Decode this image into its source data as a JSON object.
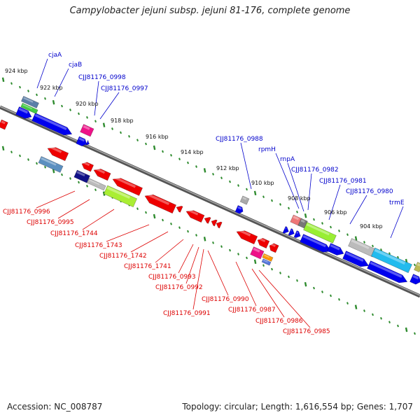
{
  "title": "Campylobacter jejuni subsp. jejuni 81-176, complete genome",
  "footer": {
    "accession": "Accession: NC_008787",
    "summary": "Topology: circular; Length: 1,616,554 bp; Genes: 1,707"
  },
  "colors": {
    "forward_label": "#0000cc",
    "reverse_label": "#dd0000",
    "tick": "#2e8b2e",
    "backbone": "#777777"
  },
  "ruler": [
    {
      "label": "924 kbp"
    },
    {
      "label": "922 kbp"
    },
    {
      "label": "920 kbp"
    },
    {
      "label": "918 kbp"
    },
    {
      "label": "916 kbp"
    },
    {
      "label": "914 kbp"
    },
    {
      "label": "912 kbp"
    },
    {
      "label": "910 kbp"
    },
    {
      "label": "908 kbp"
    },
    {
      "label": "906 kbp"
    },
    {
      "label": "904 kbp"
    }
  ],
  "forward_labels": [
    {
      "text": "cjaA"
    },
    {
      "text": "cjaB"
    },
    {
      "text": "CJJ81176_0998"
    },
    {
      "text": "CJJ81176_0997"
    },
    {
      "text": "CJJ81176_0988"
    },
    {
      "text": "rpmH"
    },
    {
      "text": "rnpA"
    },
    {
      "text": "CJJ81176_0982"
    },
    {
      "text": "CJJ81176_0981"
    },
    {
      "text": "CJJ81176_0980"
    },
    {
      "text": "trmE"
    }
  ],
  "reverse_labels": [
    {
      "text": "CJJ81176_0996"
    },
    {
      "text": "CJJ81176_0995"
    },
    {
      "text": "CJJ81176_1744"
    },
    {
      "text": "CJJ81176_1743"
    },
    {
      "text": "CJJ81176_1742"
    },
    {
      "text": "CJJ81176_1741"
    },
    {
      "text": "CJJ81176_0993"
    },
    {
      "text": "CJJ81176_0992"
    },
    {
      "text": "CJJ81176_0991"
    },
    {
      "text": "CJJ81176_0990"
    },
    {
      "text": "CJJ81176_0987"
    },
    {
      "text": "CJJ81176_0986"
    },
    {
      "text": "CJJ81176_0985"
    }
  ]
}
